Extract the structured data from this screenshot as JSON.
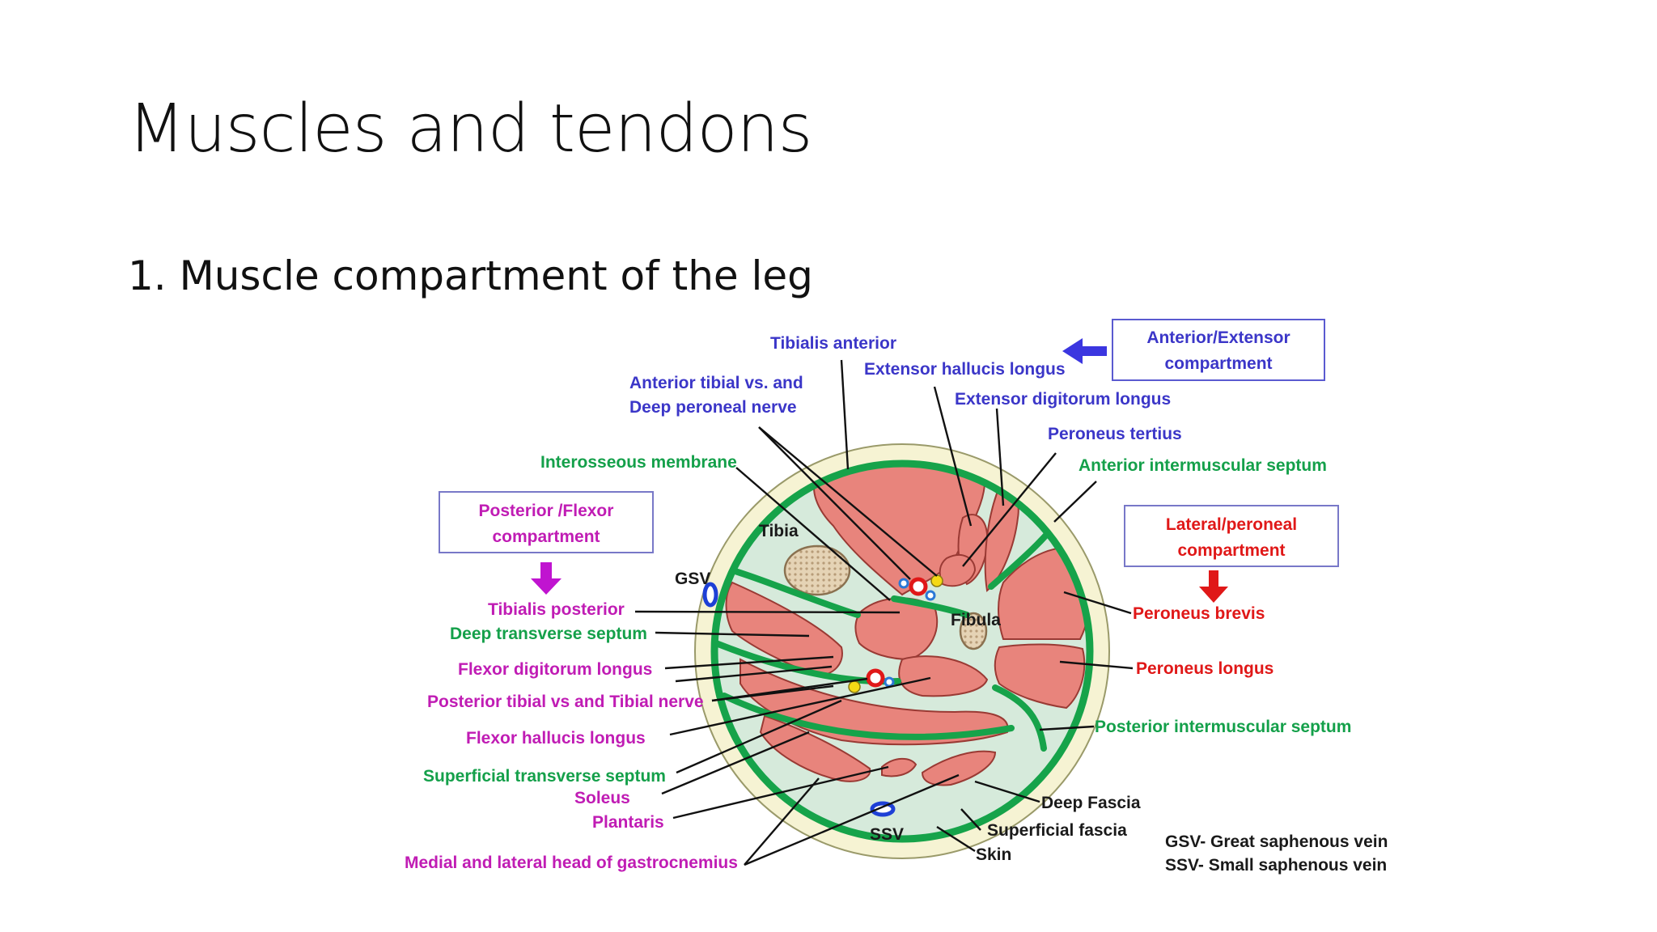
{
  "slide": {
    "title": "Muscles and tendons",
    "subtitle": "1. Muscle compartment of the leg"
  },
  "diagram": {
    "boxes": {
      "anterior": [
        "Anterior/Extensor",
        "compartment"
      ],
      "posterior": [
        "Posterior /Flexor",
        "compartment"
      ],
      "lateral": [
        "Lateral/peroneal",
        "compartment"
      ]
    },
    "labels": {
      "tibialis_anterior": "Tibialis anterior",
      "extensor_hallucis_longus": "Extensor hallucis  longus",
      "anterior_tibial_vs_1": "Anterior tibial vs. and",
      "anterior_tibial_vs_2": "Deep peroneal nerve",
      "extensor_digitorum_longus": "Extensor digitorum longus",
      "peroneus_tertius": "Peroneus tertius",
      "interosseous_membrane": "Interosseous membrane",
      "anterior_intermuscular_septum": "Anterior intermuscular septum",
      "tibia": "Tibia",
      "gsv": "GSV",
      "fibula": "Fibula",
      "tibialis_posterior": "Tibialis posterior",
      "deep_transverse_septum": "Deep transverse septum",
      "flexor_digitorum_longus": "Flexor  digitorum longus",
      "posterior_tibial_vs": "Posterior  tibial vs and Tibial nerve",
      "flexor_hallucis_longus": "Flexor  hallucis  longus",
      "superficial_transverse_septum": "Superficial transverse septum",
      "soleus": "Soleus",
      "plantaris": "Plantaris",
      "gastrocnemius": "Medial and lateral head of gastrocnemius",
      "peroneus_brevis": "Peroneus brevis",
      "peroneus_longus": "Peroneus longus",
      "posterior_intermuscular_septum": "Posterior intermuscular septum",
      "deep_fascia": "Deep Fascia",
      "superficial_fascia": "Superficial fascia",
      "skin": "Skin",
      "ssv": "SSV",
      "legend_gsv": "GSV- Great saphenous vein",
      "legend_ssv": "SSV- Small saphenous vein"
    },
    "colors": {
      "muscle": "#e8847c",
      "septum": "#16a34a",
      "skin": "#f6f3d3",
      "interior": "#d6eadb",
      "anterior_label": "#3b36c8",
      "posterior_label": "#c01cb4",
      "lateral_label": "#e01818",
      "septum_label": "#14a04a"
    }
  }
}
